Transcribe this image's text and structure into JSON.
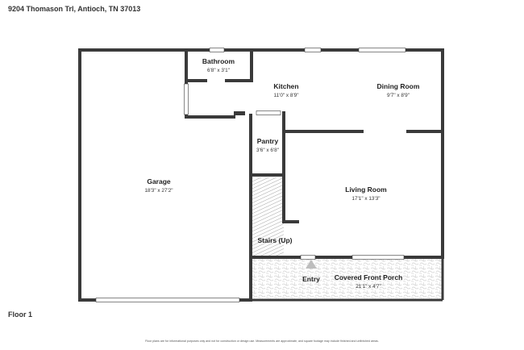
{
  "address": "9204 Thomason Trl, Antioch, TN 37013",
  "floor_label": "Floor 1",
  "disclaimer": "Floor plans are for informational purposes only and not for construction or design use. Measurements are approximate, and square footage may include finished and unfinished areas.",
  "colors": {
    "wall": "#3a3a3a",
    "window": "#ffffff",
    "hatch": "#9a9a9a",
    "porch_pattern": "#c8c8c8"
  },
  "rooms": {
    "garage": {
      "name": "Garage",
      "dims": "18'3\" x 27'2\""
    },
    "bathroom": {
      "name": "Bathroom",
      "dims": "6'8\" x 3'1\""
    },
    "kitchen": {
      "name": "Kitchen",
      "dims": "11'0\" x 8'9\""
    },
    "dining": {
      "name": "Dining Room",
      "dims": "9'7\" x 8'9\""
    },
    "pantry": {
      "name": "Pantry",
      "dims": "3'6\" x 6'8\""
    },
    "living": {
      "name": "Living Room",
      "dims": "17'1\" x 13'3\""
    },
    "stairs": {
      "name": "Stairs (Up)"
    },
    "entry": {
      "name": "Entry"
    },
    "porch": {
      "name": "Covered Front Porch",
      "dims": "21'1\" x 4'7\""
    }
  }
}
